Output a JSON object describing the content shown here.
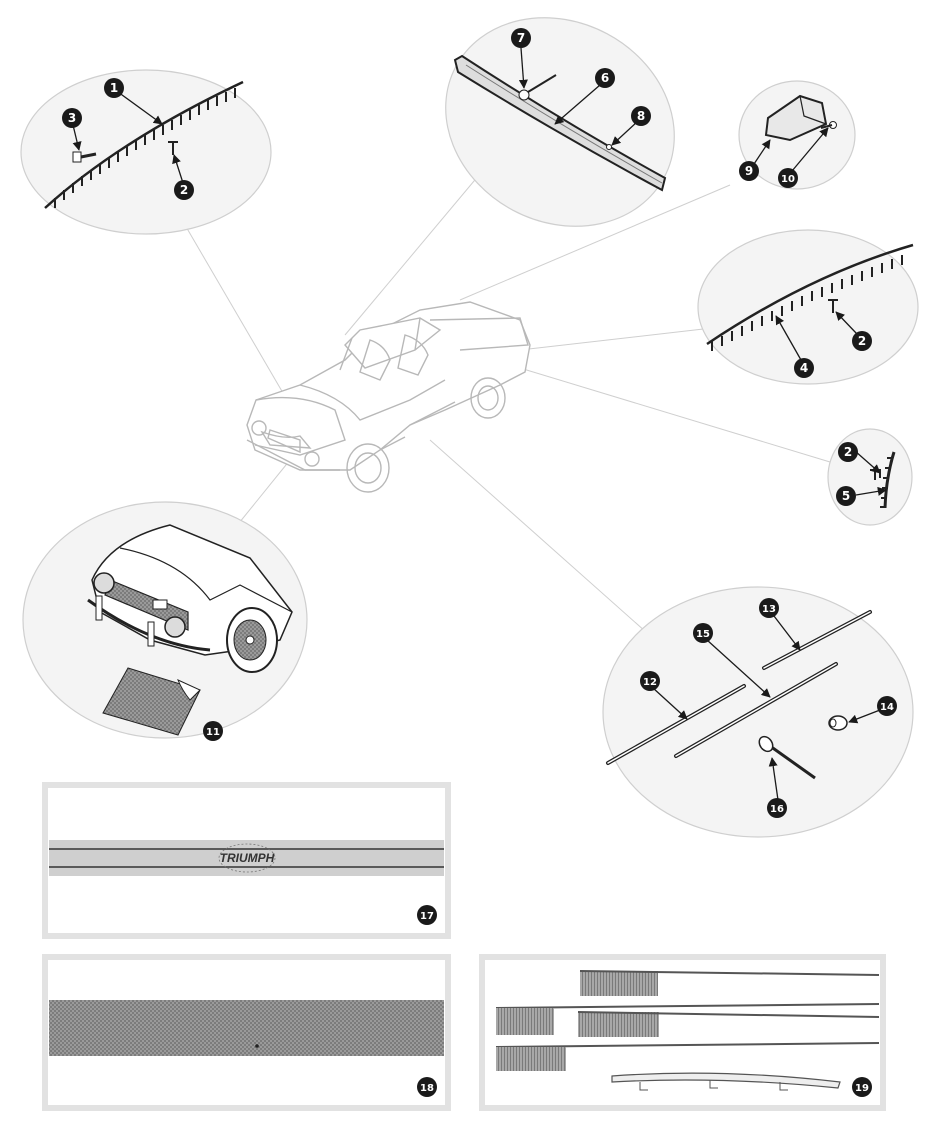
{
  "diagram": {
    "colors": {
      "ink": "#222222",
      "bubble_fill": "#f4f4f4",
      "bubble_stroke": "#cfcfcf",
      "leader": "#cfcfcf",
      "badge": "#1a1a1a",
      "panel_border": "#e2e2e2",
      "chrome": "#bdbdbd",
      "trim_grey": "#8d8d8d",
      "car_line": "#b8b8b8"
    },
    "callouts": [
      {
        "id": "callout-1",
        "label": "1"
      },
      {
        "id": "callout-2a",
        "label": "2"
      },
      {
        "id": "callout-3",
        "label": "3"
      },
      {
        "id": "callout-4",
        "label": "4"
      },
      {
        "id": "callout-2b",
        "label": "2"
      },
      {
        "id": "callout-2c",
        "label": "2"
      },
      {
        "id": "callout-5",
        "label": "5"
      },
      {
        "id": "callout-6",
        "label": "6"
      },
      {
        "id": "callout-7",
        "label": "7"
      },
      {
        "id": "callout-8",
        "label": "8"
      },
      {
        "id": "callout-9",
        "label": "9"
      },
      {
        "id": "callout-10",
        "label": "10"
      },
      {
        "id": "callout-11",
        "label": "11"
      },
      {
        "id": "callout-12",
        "label": "12"
      },
      {
        "id": "callout-13",
        "label": "13"
      },
      {
        "id": "callout-14",
        "label": "14"
      },
      {
        "id": "callout-15",
        "label": "15"
      },
      {
        "id": "callout-16",
        "label": "16"
      },
      {
        "id": "callout-17",
        "label": "17"
      },
      {
        "id": "callout-18",
        "label": "18"
      },
      {
        "id": "callout-19",
        "label": "19"
      }
    ],
    "logo_text": "TRIUMPH"
  }
}
